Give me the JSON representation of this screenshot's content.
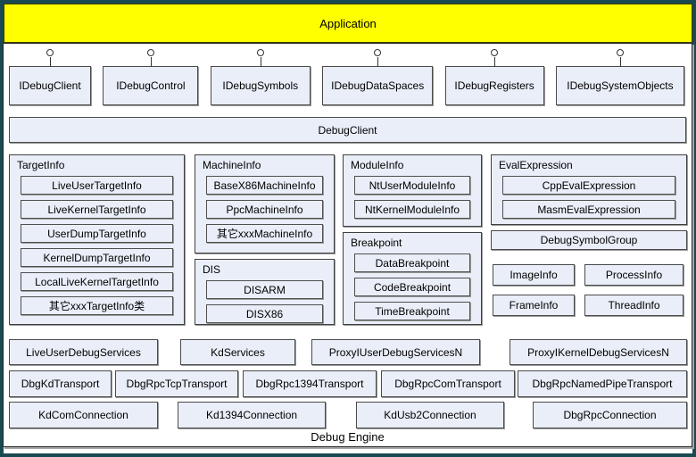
{
  "application": {
    "label": "Application"
  },
  "interfaces": [
    "IDebugClient",
    "IDebugControl",
    "IDebugSymbols",
    "IDebugDataSpaces",
    "IDebugRegisters",
    "IDebugSystemObjects"
  ],
  "debug_client": {
    "label": "DebugClient"
  },
  "groups": {
    "target_info": {
      "title": "TargetInfo",
      "items": [
        "LiveUserTargetInfo",
        "LiveKernelTargetInfo",
        "UserDumpTargetInfo",
        "KernelDumpTargetInfo",
        "LocalLiveKernelTargetInfo",
        "其它xxxTargetInfo类"
      ]
    },
    "machine_info": {
      "title": "MachineInfo",
      "items": [
        "BaseX86MachineInfo",
        "PpcMachineInfo",
        "其它xxxMachineInfo"
      ]
    },
    "dis": {
      "title": "DIS",
      "items": [
        "DISARM",
        "DISX86"
      ]
    },
    "module_info": {
      "title": "ModuleInfo",
      "items": [
        "NtUserModuleInfo",
        "NtKernelModuleInfo"
      ]
    },
    "breakpoint": {
      "title": "Breakpoint",
      "items": [
        "DataBreakpoint",
        "CodeBreakpoint",
        "TimeBreakpoint"
      ]
    },
    "eval_expression": {
      "title": "EvalExpression",
      "items": [
        "CppEvalExpression",
        "MasmEvalExpression"
      ]
    }
  },
  "debug_symbol_group": {
    "label": "DebugSymbolGroup"
  },
  "info_boxes": [
    "ImageInfo",
    "ProcessInfo",
    "FrameInfo",
    "ThreadInfo"
  ],
  "services": [
    "LiveUserDebugServices",
    "KdServices",
    "ProxyIUserDebugServicesN",
    "ProxyIKernelDebugServicesN"
  ],
  "transports": [
    "DbgKdTransport",
    "DbgRpcTcpTransport",
    "DbgRpc1394Transport",
    "DbgRpcComTransport",
    "DbgRpcNamedPipeTransport"
  ],
  "connections": [
    "KdComConnection",
    "Kd1394Connection",
    "KdUsb2Connection",
    "DbgRpcConnection"
  ],
  "engine": {
    "label": "Debug Engine"
  },
  "colors": {
    "frame": "#1a4a51",
    "banner": "#ffff00",
    "box_fill": "#e9eef8",
    "box_border": "#4a4a4a"
  }
}
